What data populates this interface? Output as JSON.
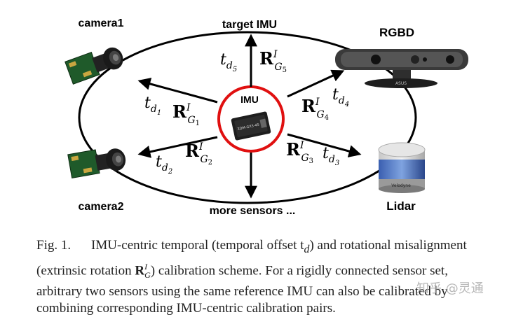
{
  "figure": {
    "hub_label": "IMU",
    "device_labels": {
      "target_imu": "target IMU",
      "camera1": "camera1",
      "camera2": "camera2",
      "rgbd": "RGBD",
      "lidar": "Lidar",
      "more_sensors": "more sensors ..."
    },
    "edges": [
      {
        "id": "target-imu",
        "t_sub": "5",
        "r_sub": "5"
      },
      {
        "id": "camera1",
        "t_sub": "1",
        "r_sub": "1"
      },
      {
        "id": "camera2",
        "t_sub": "2",
        "r_sub": "2"
      },
      {
        "id": "rgbd",
        "t_sub": "4",
        "r_sub": "4"
      },
      {
        "id": "lidar",
        "t_sub": "3",
        "r_sub": "3"
      }
    ],
    "imu_device_text": "3DM-GX3-45",
    "lidar_brand_text": "Velodyne",
    "rgbd_brand_text": "ASUS",
    "colors": {
      "ring": "#e01010",
      "ellipse": "#000000",
      "arrow": "#000000"
    }
  },
  "caption": {
    "label": "Fig. 1.",
    "line1": "IMU-centric temporal (temporal offset t",
    "line1_sub": "d",
    "line1_end": ") and rotational misalignment",
    "line2_start": "(extrinsic rotation ",
    "line2_R": "R",
    "line2_sup": "I",
    "line2_sub": "G",
    "line2_end": ") calibration scheme. For a rigidly connected sensor set,",
    "line3": "arbitrary two sensors using the same reference IMU can also be calibrated by",
    "line4": "combining corresponding IMU-centric calibration pairs."
  },
  "watermark": "知乎 @灵通"
}
